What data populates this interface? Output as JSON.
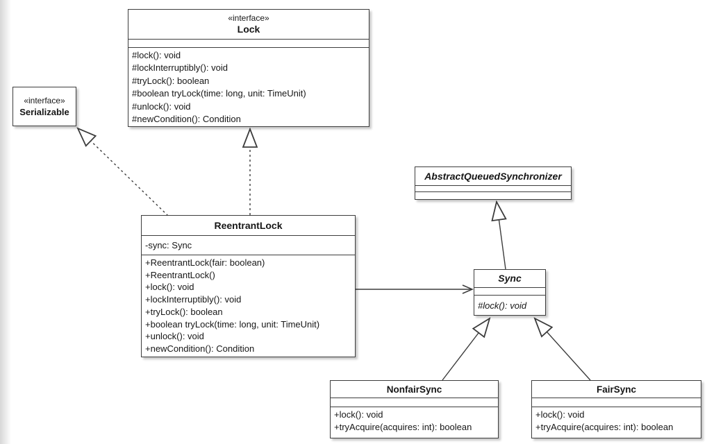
{
  "colors": {
    "stroke": "#3c3c3c",
    "text": "#161616",
    "box_fill": "#ffffff",
    "page_edge_shadow": "#d7d7d7"
  },
  "uml": {
    "diagram_type": "uml-class-diagram",
    "classes": {
      "lock": {
        "stereotype": "«interface»",
        "name": "Lock",
        "attributes": [],
        "methods": [
          "#lock(): void",
          "#lockInterruptibly(): void",
          "#tryLock(): boolean",
          "#boolean tryLock(time: long, unit: TimeUnit)",
          "#unlock(): void",
          "#newCondition(): Condition"
        ]
      },
      "serializable": {
        "stereotype": "«interface»",
        "name": "Serializable",
        "attributes": [],
        "methods": []
      },
      "aqs": {
        "name": "AbstractQueuedSynchronizer",
        "abstract": true,
        "attributes": [],
        "methods": []
      },
      "reentrantlock": {
        "name": "ReentrantLock",
        "attributes": [
          "-sync: Sync"
        ],
        "methods": [
          "+ReentrantLock(fair: boolean)",
          "+ReentrantLock()",
          "+lock(): void",
          "+lockInterruptibly(): void",
          "+tryLock(): boolean",
          "+boolean tryLock(time: long, unit: TimeUnit)",
          "+unlock(): void",
          "+newCondition(): Condition"
        ]
      },
      "sync": {
        "name": "Sync",
        "abstract": true,
        "attributes": [],
        "methods": [
          "#lock(): void"
        ]
      },
      "nonfairsync": {
        "name": "NonfairSync",
        "attributes": [],
        "methods": [
          "+lock(): void",
          "+tryAcquire(acquires: int): boolean"
        ]
      },
      "fairsync": {
        "name": "FairSync",
        "attributes": [],
        "methods": [
          "+lock(): void",
          "+tryAcquire(acquires: int): boolean"
        ]
      }
    },
    "relationships": [
      {
        "from": "ReentrantLock",
        "to": "Serializable",
        "type": "realization",
        "line": "dashed",
        "arrowhead": "hollow-triangle"
      },
      {
        "from": "ReentrantLock",
        "to": "Lock",
        "type": "realization",
        "line": "dashed",
        "arrowhead": "hollow-triangle"
      },
      {
        "from": "Sync",
        "to": "AbstractQueuedSynchronizer",
        "type": "generalization",
        "line": "solid",
        "arrowhead": "hollow-triangle"
      },
      {
        "from": "ReentrantLock",
        "to": "Sync",
        "type": "association",
        "line": "solid",
        "arrowhead": "open-arrow"
      },
      {
        "from": "NonfairSync",
        "to": "Sync",
        "type": "generalization",
        "line": "solid",
        "arrowhead": "hollow-triangle"
      },
      {
        "from": "FairSync",
        "to": "Sync",
        "type": "generalization",
        "line": "solid",
        "arrowhead": "hollow-triangle"
      }
    ]
  }
}
